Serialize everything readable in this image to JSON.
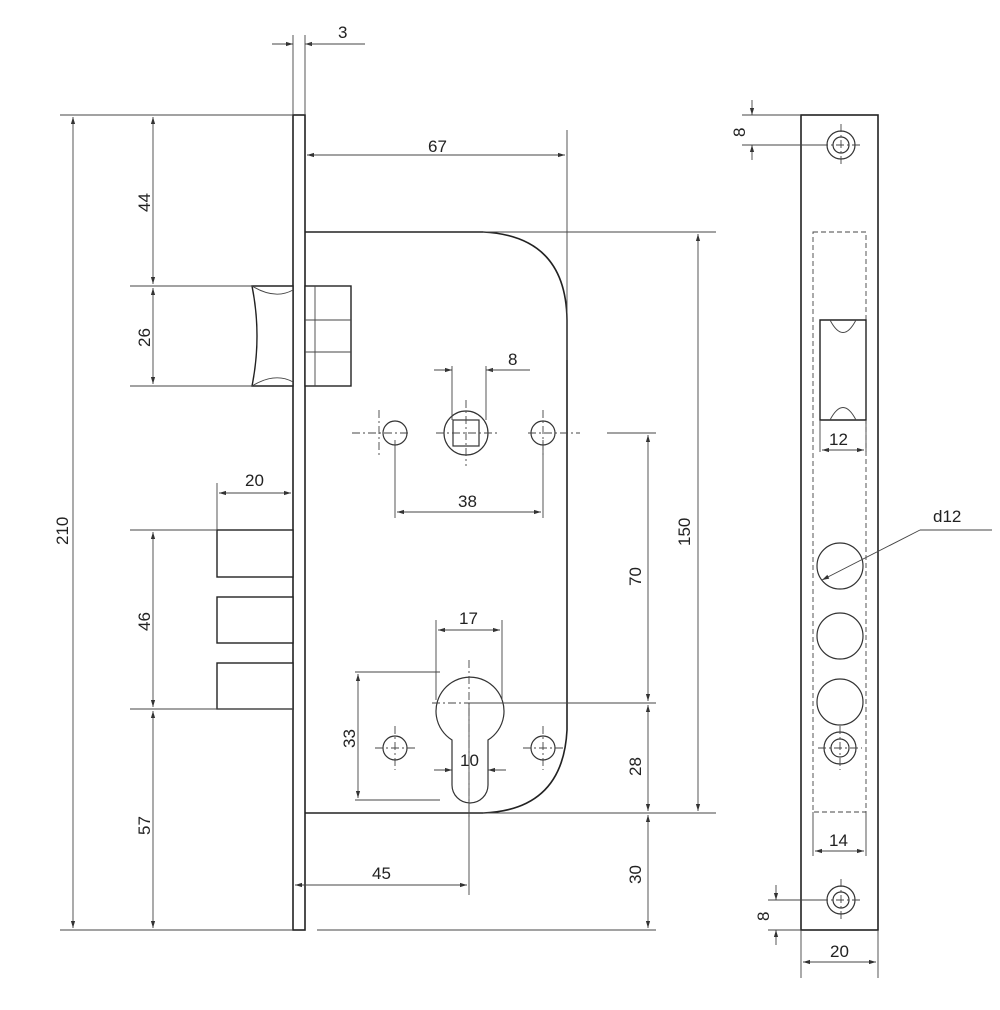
{
  "dimensions": {
    "d3": "3",
    "d67": "67",
    "d44": "44",
    "d26": "26",
    "d8_spindle": "8",
    "d38": "38",
    "d20_latch": "20",
    "d210": "210",
    "d150": "150",
    "d70": "70",
    "d46": "46",
    "d17": "17",
    "d33": "33",
    "d10": "10",
    "d28": "28",
    "d57": "57",
    "d45": "45",
    "d30": "30",
    "d8_top": "8",
    "d12": "12",
    "d_hole": "d12",
    "d14": "14",
    "d8_bottom": "8",
    "d20_plate": "20"
  },
  "colors": {
    "line": "#333333",
    "background": "#ffffff"
  }
}
